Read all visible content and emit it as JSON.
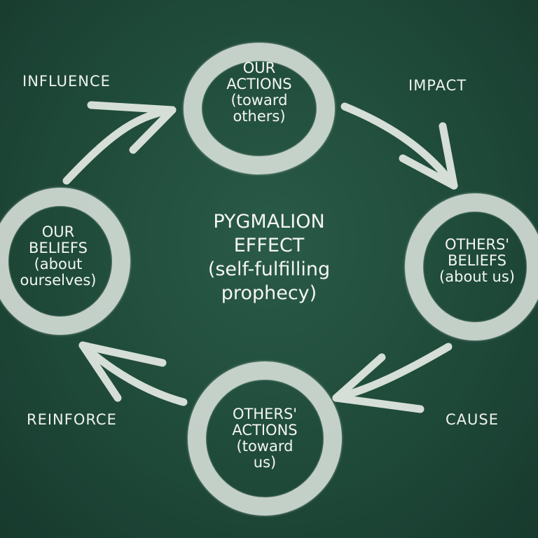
{
  "nodes": {
    "our_actions": [
      "OUR",
      "ACTIONS",
      "(toward",
      "others)"
    ],
    "others_beliefs": [
      "OTHERS'",
      "BELIEFS",
      "(about us)"
    ],
    "others_actions": [
      "OTHERS'",
      "ACTIONS",
      "(toward",
      "us)"
    ],
    "our_beliefs": [
      "OUR",
      "BELIEFS",
      "(about",
      "ourselves)"
    ]
  },
  "edges": {
    "influence": "INFLUENCE",
    "impact": "IMPACT",
    "cause": "CAUSE",
    "reinforce": "REINFORCE"
  },
  "center": {
    "line1": "PYGMALION",
    "line2": "EFFECT",
    "line3": "(self-fulfilling",
    "line4": "prophecy)"
  },
  "colors": {
    "board": "#1f4a3a",
    "chalk": "#eef2ec"
  }
}
